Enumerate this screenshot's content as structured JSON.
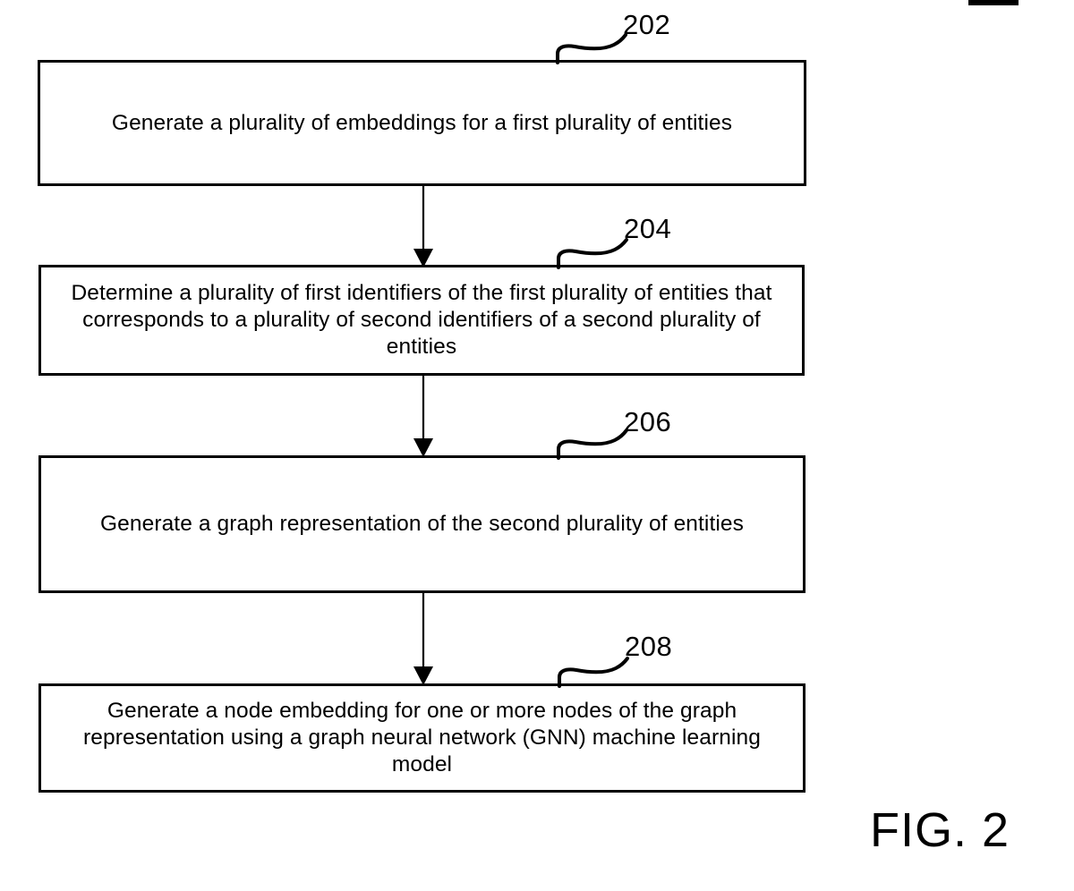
{
  "figure": {
    "caption": "FIG. 2",
    "number": "2"
  },
  "steps": [
    {
      "ref": "202",
      "text": "Generate a plurality of embeddings for a first plurality of entities"
    },
    {
      "ref": "204",
      "text": "Determine a plurality of first identifiers of the first plurality of entities that corresponds to a plurality of second identifiers of a second plurality of entities"
    },
    {
      "ref": "206",
      "text": "Generate a graph representation of the second plurality of entities"
    },
    {
      "ref": "208",
      "text": "Generate a node embedding for one or more nodes of the graph representation using a graph neural network (GNN) machine learning model"
    }
  ],
  "connectors": [
    {
      "from": "202",
      "to": "204",
      "style": "arrow-down"
    },
    {
      "from": "204",
      "to": "206",
      "style": "arrow-down"
    },
    {
      "from": "206",
      "to": "208",
      "style": "arrow-down"
    }
  ],
  "colors": {
    "background": "#ffffff",
    "ink": "#000000",
    "box_border": "#000000"
  }
}
